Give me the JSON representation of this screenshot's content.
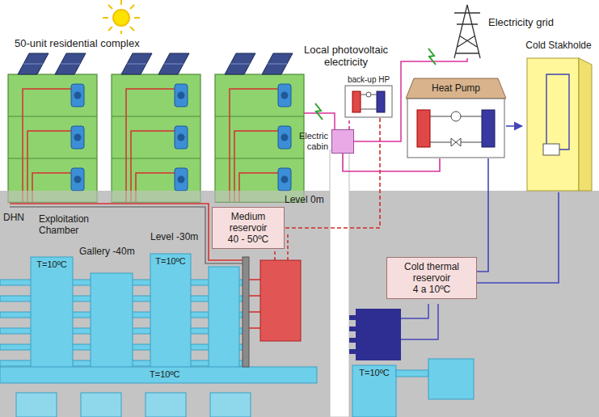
{
  "diagram": {
    "nodes": [
      {
        "text": [
          "Electric cabin"
        ]
      },
      {
        "text": [
          "back-up HP"
        ]
      },
      {
        "text": [
          "Heat Pump"
        ]
      },
      {
        "text": [
          "Cold Stakholde"
        ]
      },
      {
        "text": [
          "Medium reservoir",
          "40 - 50ºC"
        ]
      },
      {
        "text": [
          "Cold thermal reservoir",
          "4 a 10ºC"
        ]
      }
    ],
    "edges": [
      {
        "from": 0,
        "to": 2,
        "arrow": "none"
      },
      {
        "from": 0,
        "to": 1,
        "arrow": "none"
      },
      {
        "from": 1,
        "to": 4,
        "arrow": "none"
      },
      {
        "from": 2,
        "to": 3,
        "arrow": "to"
      },
      {
        "from": 2,
        "to": 5,
        "arrow": "none"
      },
      {
        "from": 3,
        "to": 5,
        "arrow": "none"
      }
    ],
    "labels": [
      "50-unit residential complex",
      "Local photovoltaic electricity",
      "Electricity grid",
      "Level 0m",
      "DHN",
      "Exploitation Chamber",
      "Level -30m",
      "Gallery -40m",
      "T=10ºC",
      "T=10ºC",
      "T=10ºC",
      "T=10ºC"
    ]
  }
}
